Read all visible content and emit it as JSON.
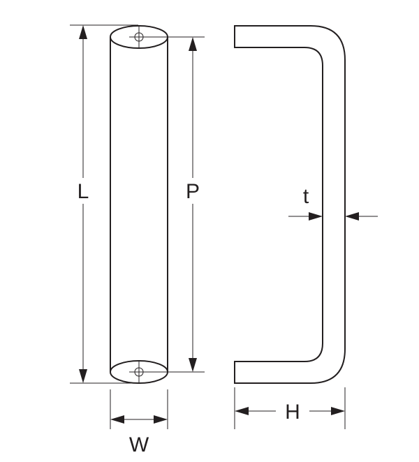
{
  "labels": {
    "length": "L",
    "pitch": "P",
    "width": "W",
    "height": "H",
    "thickness": "t"
  },
  "colors": {
    "ink": "#231f20",
    "background": "#ffffff"
  }
}
